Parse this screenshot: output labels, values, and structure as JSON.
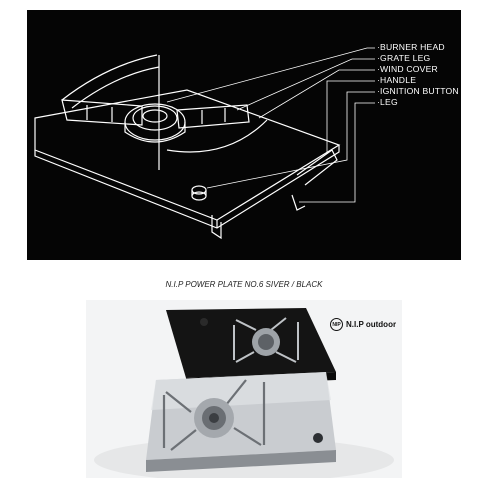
{
  "diagram": {
    "labels": [
      "·BURNER HEAD",
      "·GRATE LEG",
      "·WIND COVER",
      "·HANDLE",
      "·IGNITION BUTTON",
      "·LEG"
    ]
  },
  "caption": "N.I.P POWER PLATE NO.6  SIVER / BLACK",
  "photo": {
    "brand_mark": "NIP",
    "brand": "N.I.P outdoor"
  }
}
